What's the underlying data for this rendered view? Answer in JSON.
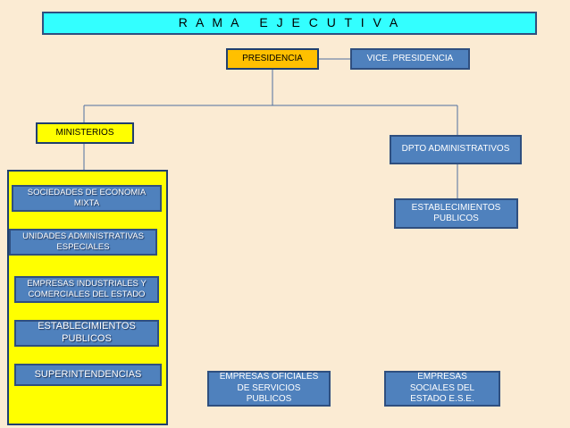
{
  "title": "R A M A   E J E C U T I V A",
  "nodes": {
    "presidencia": "PRESIDENCIA",
    "vice_presidencia": "VICE. PRESIDENCIA",
    "ministerios": "MINISTERIOS",
    "dpto_administrativos": "DPTO ADMINISTRATIVOS",
    "sociedades": "SOCIEDADES DE ECONOMIA MIXTA",
    "unidades": "UNIDADES ADMINISTRATIVAS ESPECIALES",
    "empresas_industriales": "EMPRESAS INDUSTRIALES  Y COMERCIALES DEL ESTADO",
    "establecimientos_left": "ESTABLECIMIENTOS PUBLICOS",
    "superintendencias": "SUPERINTENDENCIAS",
    "establecimientos_right": "ESTABLECIMIENTOS PUBLICOS",
    "empresas_oficiales": "EMPRESAS OFICIALES DE SERVICIOS PUBLICOS",
    "empresas_sociales": "EMPRESAS SOCIALES DEL ESTADO E.S.E."
  },
  "colors": {
    "background": "#fbebd3",
    "title_fill": "#33ffff",
    "presidencia_fill": "#ffc000",
    "node_fill": "#4f81bd",
    "ministerios_fill": "#ffff00",
    "container_fill": "#ffff00",
    "connector": "#4f6f9f"
  }
}
